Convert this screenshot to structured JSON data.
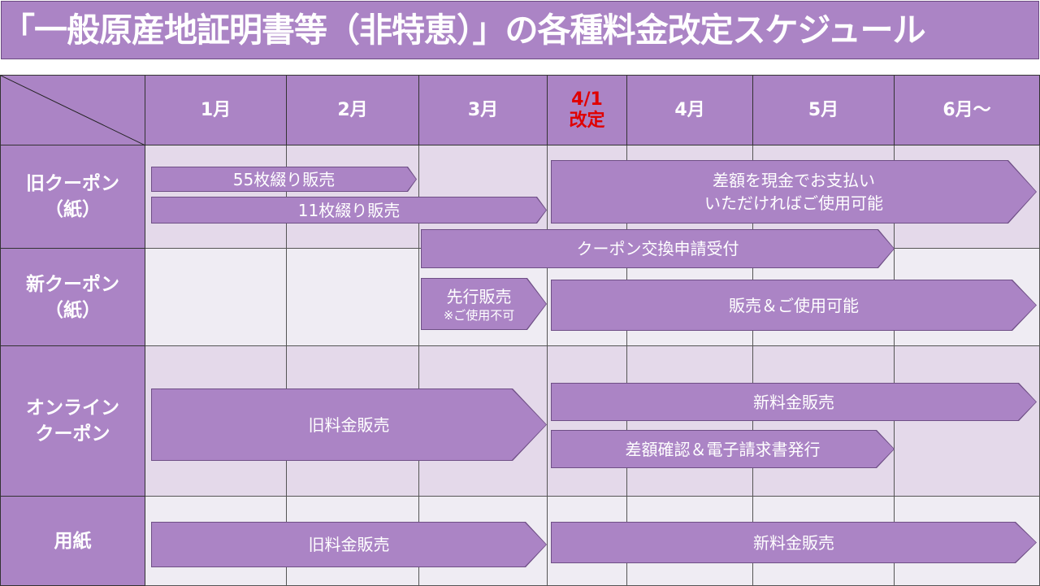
{
  "title": "「一般原産地証明書等（非特恵）」の各種料金改定スケジュール",
  "columns": [
    "1月",
    "2月",
    "3月",
    "4/1",
    "改定",
    "4月",
    "5月",
    "6月～"
  ],
  "rows": [
    {
      "line1": "旧クーポン",
      "line2": "（紙）"
    },
    {
      "line1": "新クーポン",
      "line2": "（紙）"
    },
    {
      "line1": "オンライン",
      "line2": "クーポン"
    },
    {
      "line1": "用紙",
      "line2": ""
    }
  ],
  "arrows": {
    "a55": "55枚綴り販売",
    "a11": "11枚綴り販売",
    "diff1": "差額を現金でお支払い",
    "diff2": "いただければご使用可能",
    "exchange": "クーポン交換申請受付",
    "pre": "先行販売",
    "pre_note": "※ご使用不可",
    "new_sale": "販売＆ご使用可能",
    "online_old": "旧料金販売",
    "online_new": "新料金販売",
    "online_diff": "差額確認＆電子請求書発行",
    "paper_old": "旧料金販売",
    "paper_new": "新料金販売"
  },
  "colors": {
    "header": "#ab84c5",
    "row_a": "#e4d9ea",
    "row_b": "#efecf3",
    "revision": "#e00000"
  }
}
